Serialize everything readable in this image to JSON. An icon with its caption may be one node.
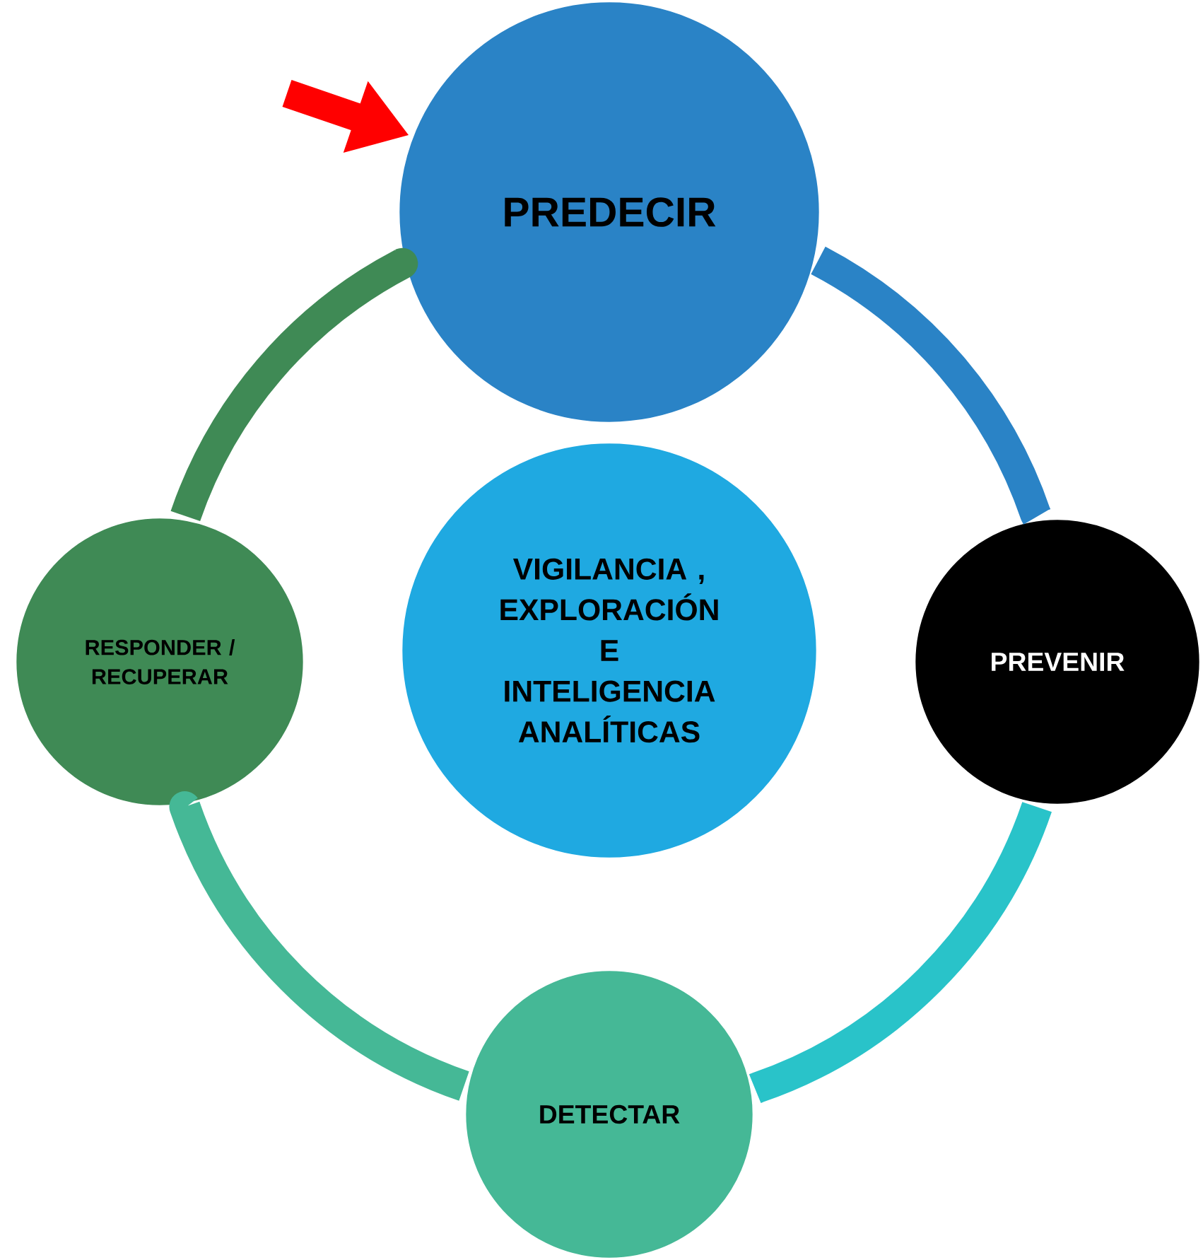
{
  "diagram": {
    "nodes": [
      {
        "text": [
          "PREDECIR"
        ]
      },
      {
        "text": [
          "PREVENIR"
        ]
      },
      {
        "text": [
          "DETECTAR"
        ]
      },
      {
        "text": [
          "RESPONDER / RECUPERAR"
        ]
      },
      {
        "text": [
          "VIGILANCIA , EXPLORACIÓN E INTELIGENCIA ANALÍTICAS"
        ]
      }
    ],
    "edges": [
      {
        "from": 0,
        "to": 1,
        "arrow": "none",
        "color": "#2a83c6"
      },
      {
        "from": 1,
        "to": 2,
        "arrow": "none",
        "color": "#29c3c9"
      },
      {
        "from": 2,
        "to": 3,
        "arrow": "none",
        "color": "#45b896"
      },
      {
        "from": 3,
        "to": 0,
        "arrow": "none",
        "color": "#3f8a55"
      },
      {
        "from": null,
        "to": 0,
        "arrow": "to",
        "color": "#ff0000"
      }
    ]
  }
}
